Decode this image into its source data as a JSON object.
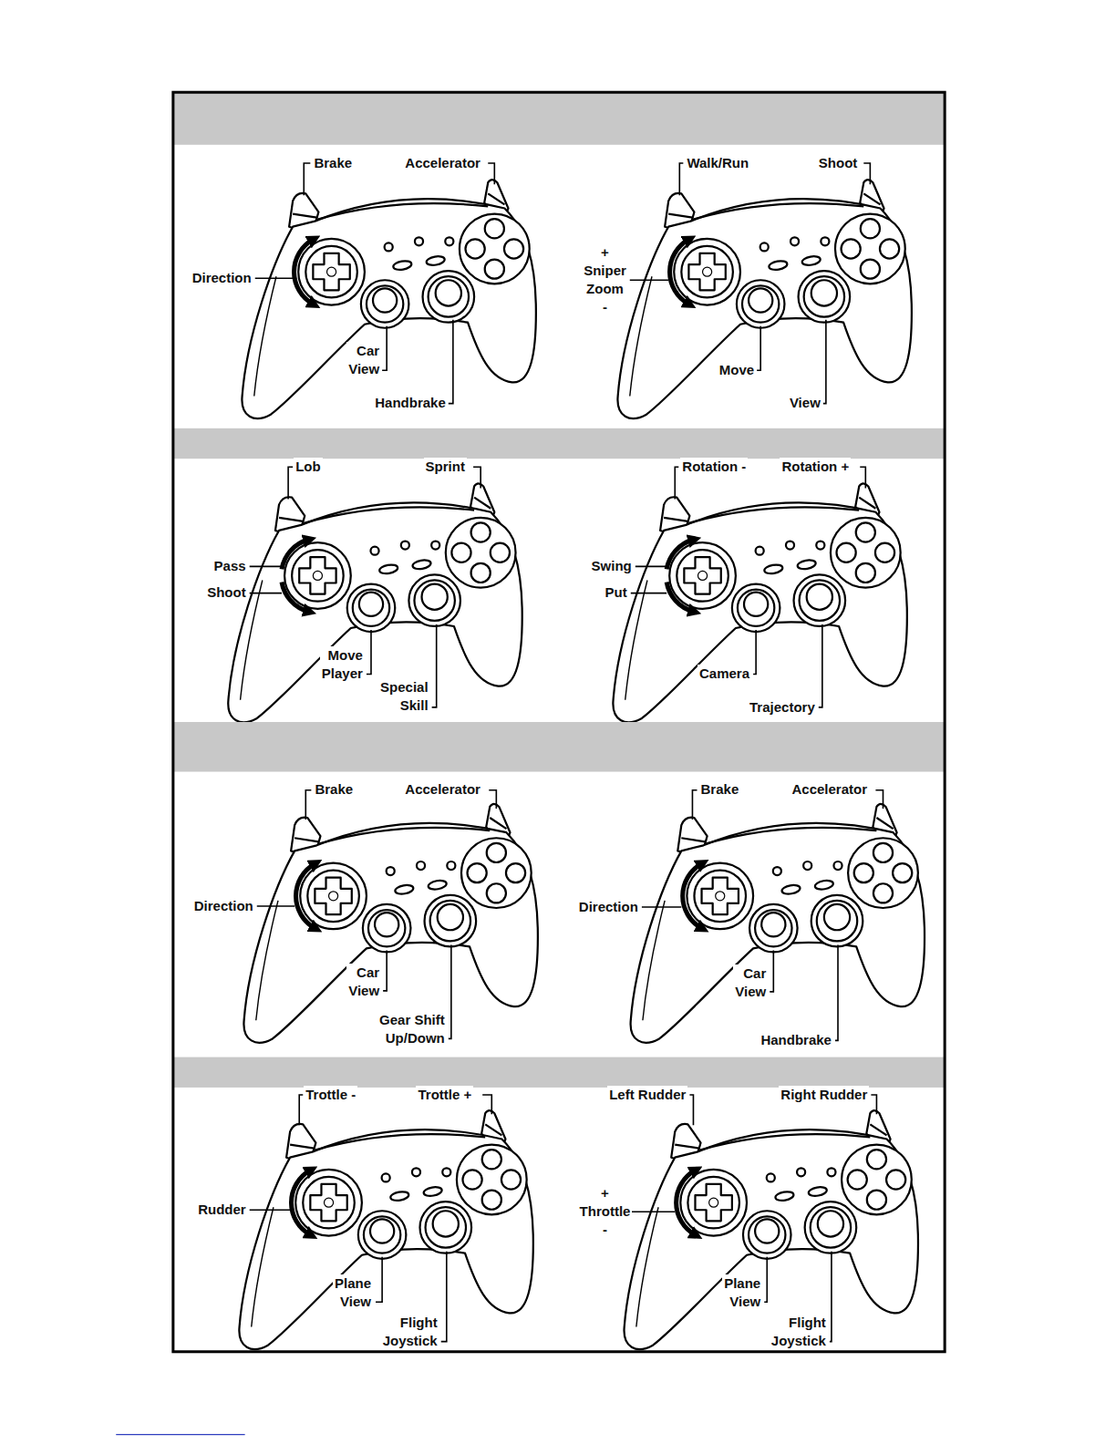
{
  "diagram": {
    "labels": [
      "Brake",
      "Accelerator",
      "Direction",
      "Car View",
      "Handbrake",
      "Walk/Run",
      "Shoot",
      "+ Sniper Zoom -",
      "Move",
      "View",
      "Lob",
      "Sprint",
      "Pass",
      "Shoot",
      "Move Player",
      "Special Skill",
      "Rotation -",
      "Rotation +",
      "Swing",
      "Put",
      "Camera",
      "Trajectory",
      "Brake",
      "Accelerator",
      "Direction",
      "Car View",
      "Gear Shift Up/Down",
      "Brake",
      "Accelerator",
      "Direction",
      "Car View",
      "Handbrake",
      "Trottle -",
      "Trottle +",
      "Rudder",
      "Plane View",
      "Flight Joystick",
      "Left Rudder",
      "Right Rudder",
      "+ Throttle -",
      "Plane View",
      "Flight Joystick"
    ]
  }
}
